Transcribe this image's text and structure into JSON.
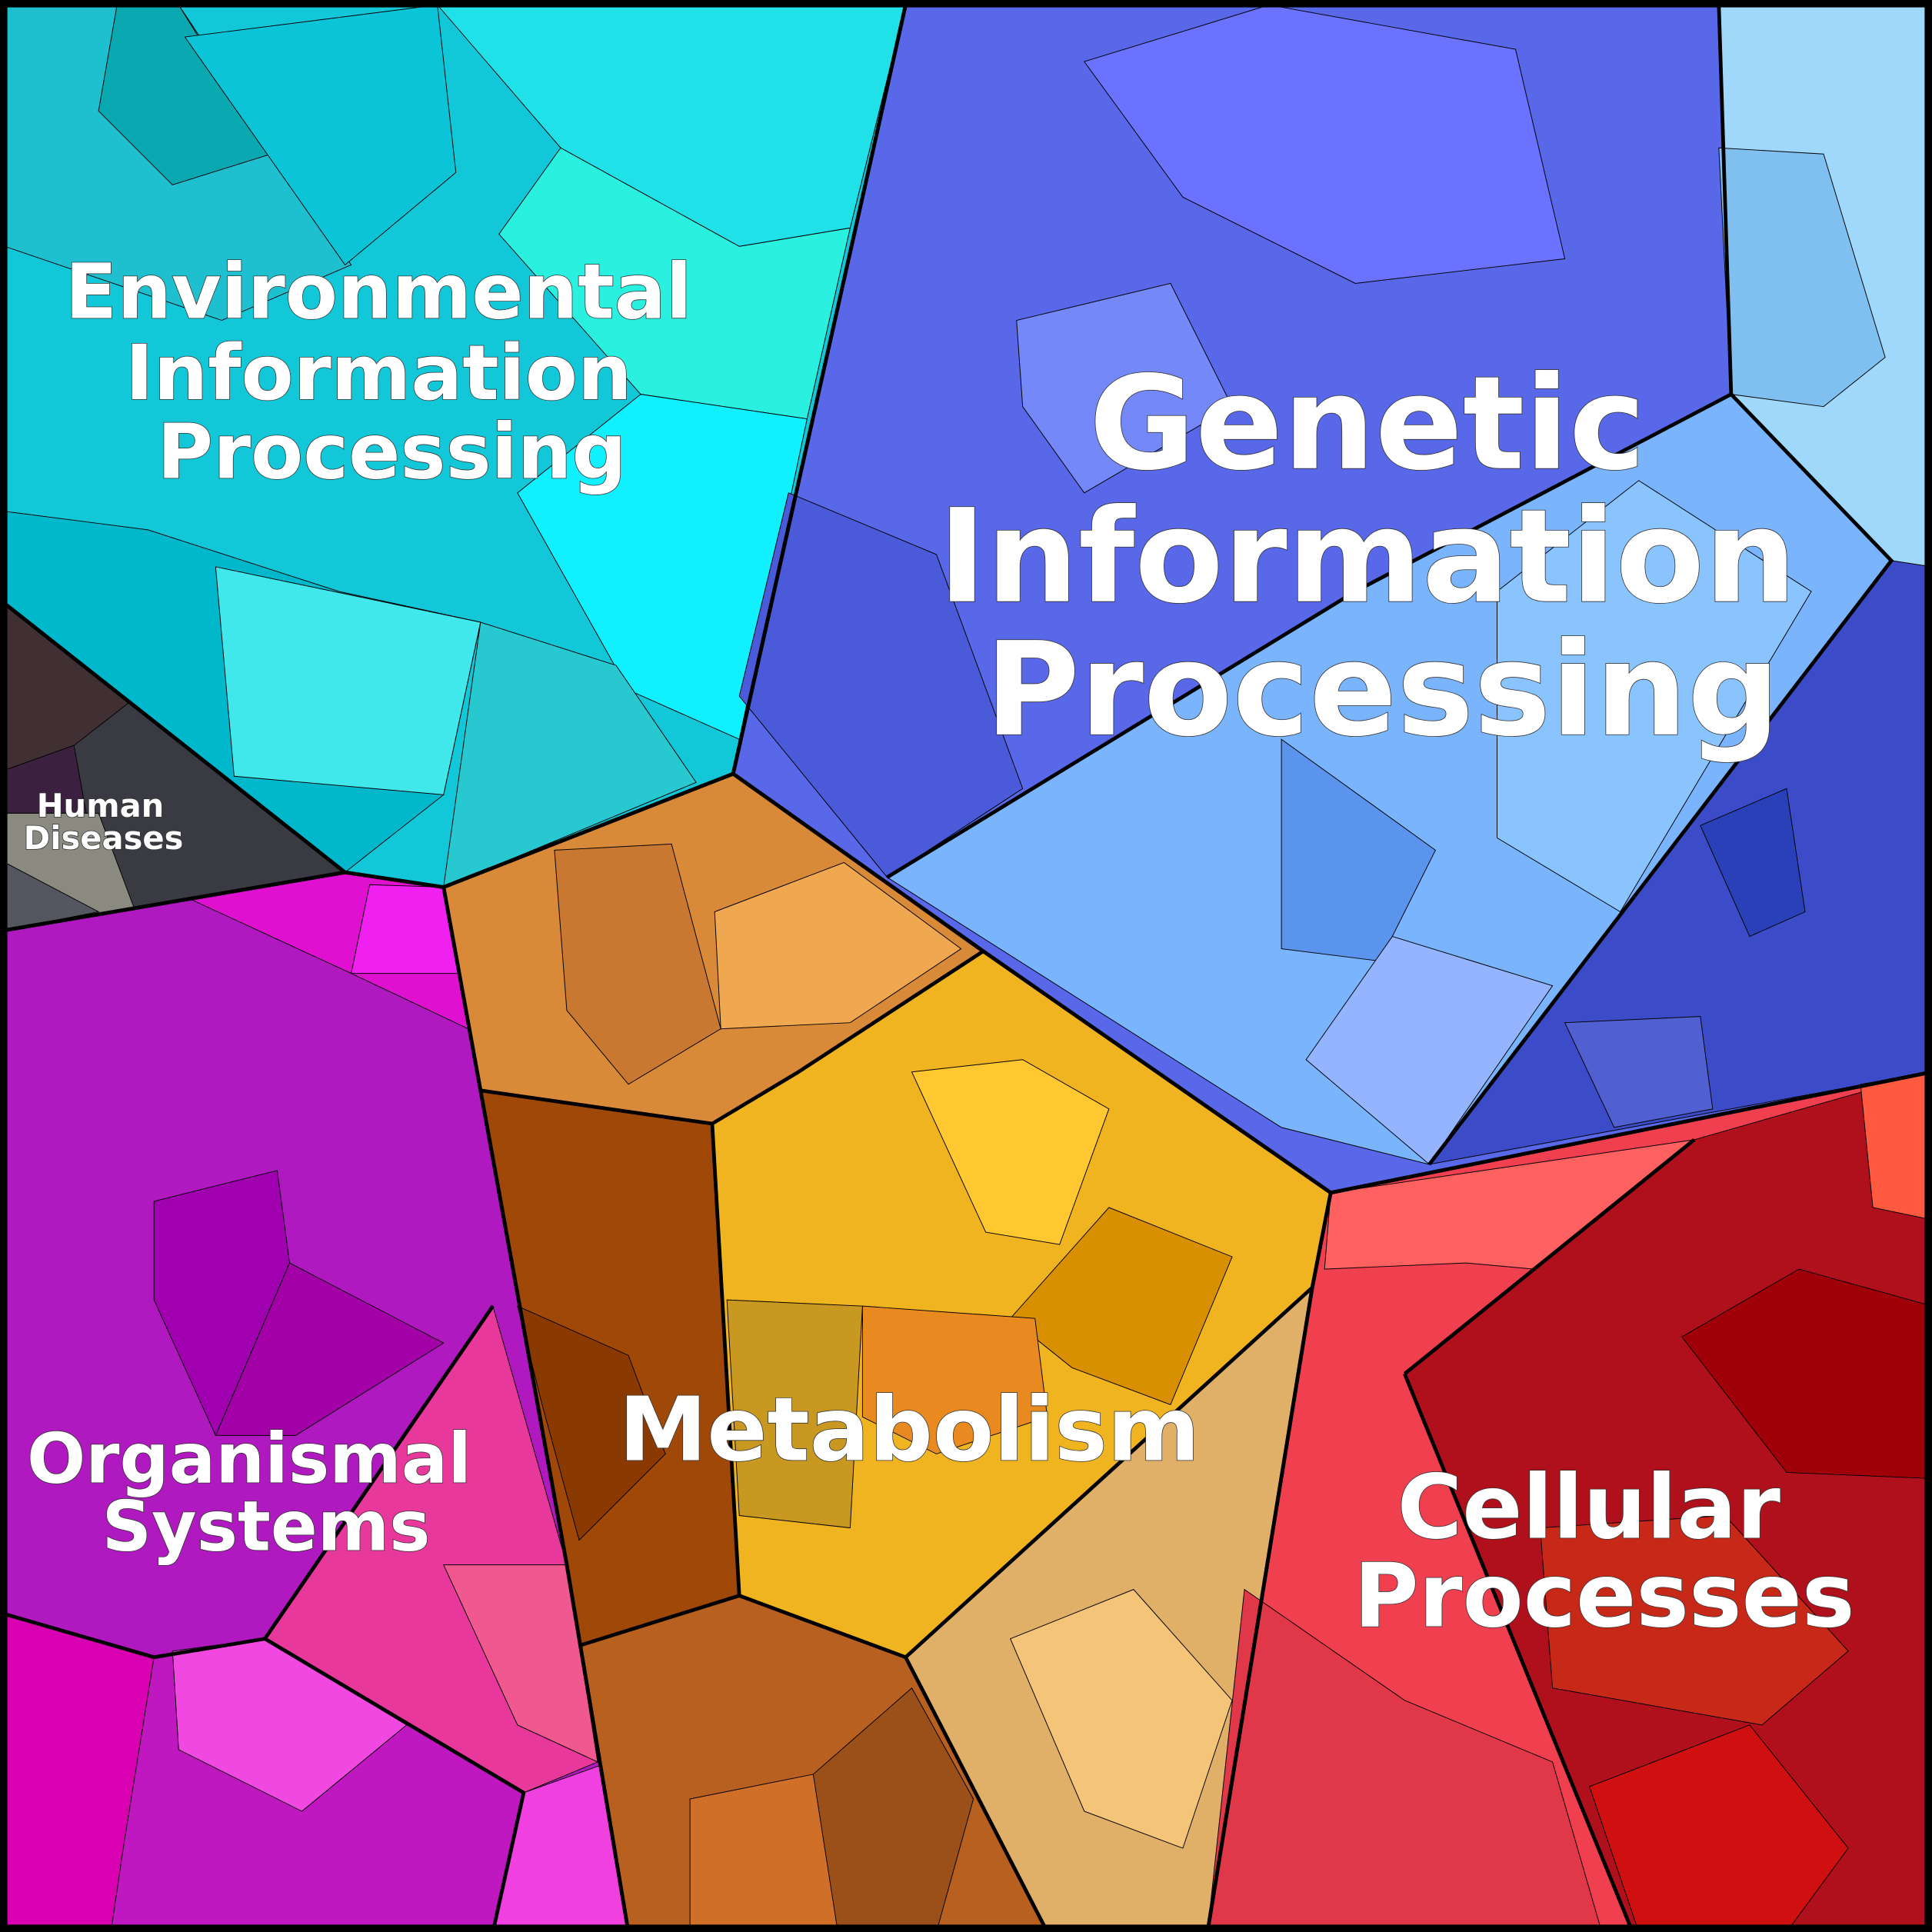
{
  "title": "KEGG pathway Voronoi treemap",
  "categories": [
    {
      "id": "environmental",
      "lines": [
        "Environmental",
        "Information",
        "Processing"
      ],
      "color": "#1ad6e0"
    },
    {
      "id": "genetic",
      "lines": [
        "Genetic",
        "Information",
        "Processing"
      ],
      "color": "#5a6cf0"
    },
    {
      "id": "human",
      "lines": [
        "Human",
        "Diseases"
      ],
      "color": "#3a3a40"
    },
    {
      "id": "organismal",
      "lines": [
        "Organismal",
        "Systems"
      ],
      "color": "#b81ab8"
    },
    {
      "id": "metabolism",
      "lines": [
        "Metabolism"
      ],
      "color": "#e89a30"
    },
    {
      "id": "cellular",
      "lines": [
        "Cellular",
        "Processes"
      ],
      "color": "#e83040"
    }
  ]
}
